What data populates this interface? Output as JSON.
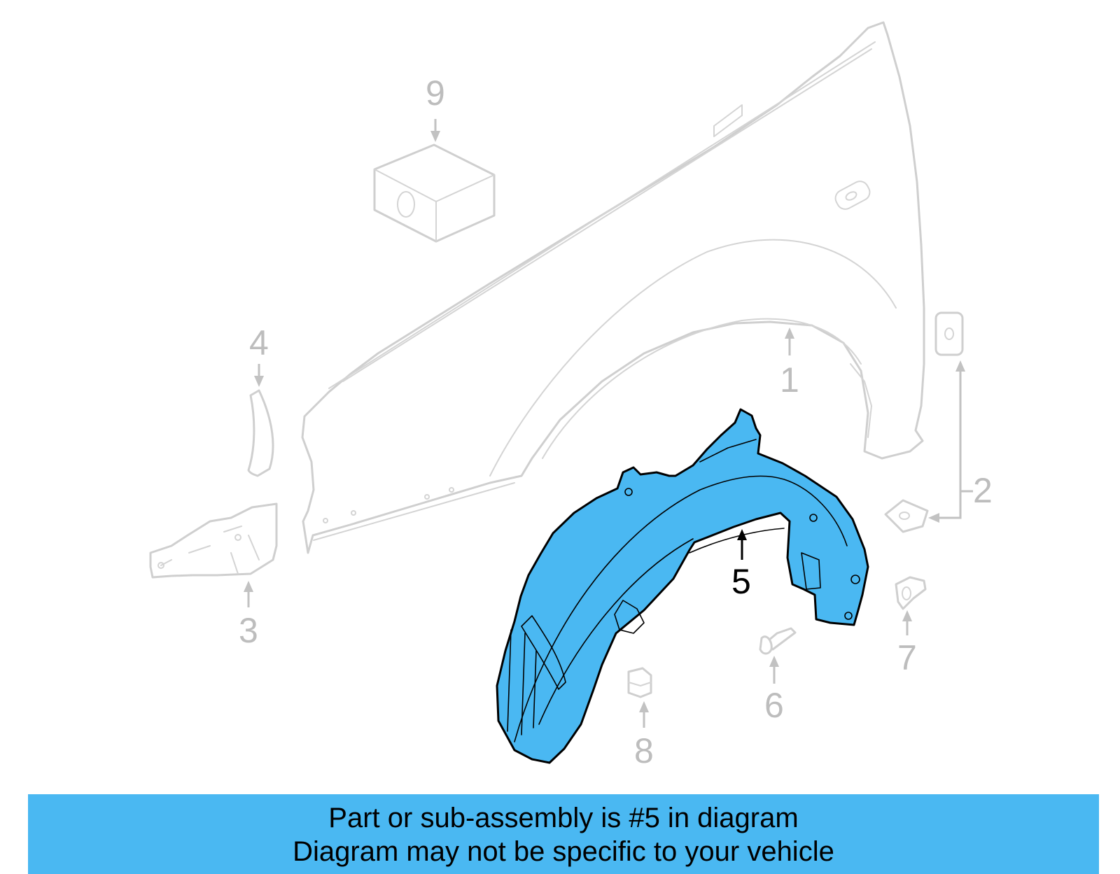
{
  "diagram": {
    "callouts": [
      {
        "id": "1",
        "label": "1",
        "highlighted": false
      },
      {
        "id": "2",
        "label": "2",
        "highlighted": false
      },
      {
        "id": "3",
        "label": "3",
        "highlighted": false
      },
      {
        "id": "4",
        "label": "4",
        "highlighted": false
      },
      {
        "id": "5",
        "label": "5",
        "highlighted": true
      },
      {
        "id": "6",
        "label": "6",
        "highlighted": false
      },
      {
        "id": "7",
        "label": "7",
        "highlighted": false
      },
      {
        "id": "8",
        "label": "8",
        "highlighted": false
      },
      {
        "id": "9",
        "label": "9",
        "highlighted": false
      }
    ],
    "colors": {
      "highlight_fill": "#4ab8f2",
      "ghost_stroke": "#cfcfcf",
      "ghost_label": "#bdbdbd",
      "banner_background": "#4ab8f2"
    }
  },
  "banner": {
    "line1": "Part or sub-assembly is #5 in diagram",
    "line2": "Diagram may not be specific to your vehicle"
  }
}
